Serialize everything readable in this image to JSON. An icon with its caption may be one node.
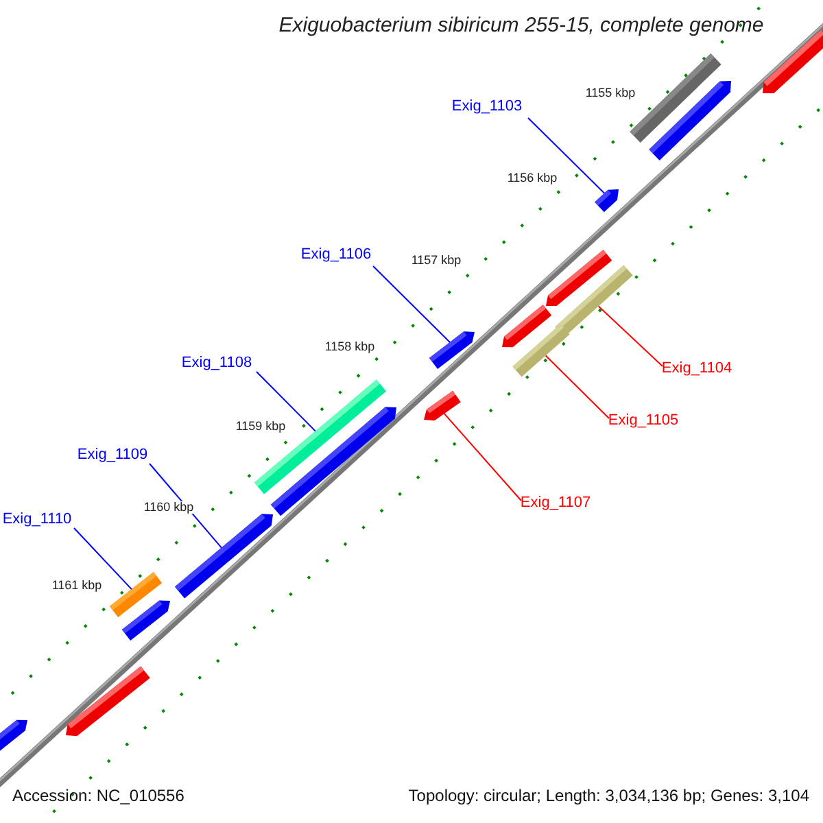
{
  "diagram": {
    "title": "Exiguobacterium sibiricum 255-15, complete genome",
    "nodes": [
      {
        "text": [
          "Exig_1103"
        ]
      },
      {
        "text": [
          "Exig_1106"
        ]
      },
      {
        "text": [
          "Exig_1108"
        ]
      },
      {
        "text": [
          "Exig_1104"
        ]
      },
      {
        "text": [
          "Exig_1105"
        ]
      },
      {
        "text": [
          "Exig_1109"
        ]
      },
      {
        "text": [
          "Exig_1107"
        ]
      },
      {
        "text": [
          "Exig_1110"
        ]
      },
      {
        "text": [],
        "shape": "bar"
      },
      {
        "text": [],
        "shape": "bar"
      },
      {
        "text": [],
        "shape": "bar"
      },
      {
        "text": [],
        "shape": "bar"
      },
      {
        "text": [],
        "shape": "bar"
      },
      {
        "text": [],
        "shape": "bar"
      },
      {
        "text": [],
        "shape": "bar"
      },
      {
        "text": [],
        "shape": "bar"
      }
    ],
    "edges": [
      {
        "from": 0,
        "to": 8,
        "arrow": "none"
      },
      {
        "from": 1,
        "to": 10,
        "arrow": "none"
      },
      {
        "from": 2,
        "to": 13,
        "arrow": "none"
      },
      {
        "from": 3,
        "to": 9,
        "arrow": "none",
        "color": "#ff0000"
      },
      {
        "from": 4,
        "to": 11,
        "arrow": "none",
        "color": "#ff0000"
      },
      {
        "from": 5,
        "to": 14,
        "arrow": "none"
      },
      {
        "from": 6,
        "to": 12,
        "arrow": "none",
        "color": "#ff0000"
      },
      {
        "from": 7,
        "to": 15,
        "arrow": "none"
      }
    ],
    "labels": [
      "1155 kbp",
      "1156 kbp",
      "1157 kbp",
      "1158 kbp",
      "1159 kbp",
      "1160 kbp",
      "1161 kbp",
      "Accession: NC_010556",
      "Topology: circular; Length: 3,034,136 bp; Genes: 3,104"
    ]
  }
}
